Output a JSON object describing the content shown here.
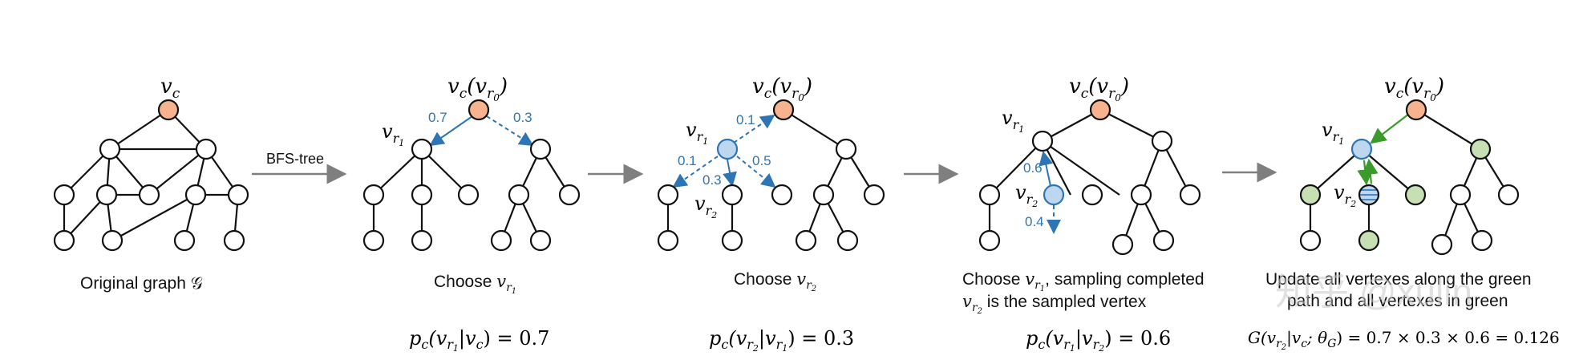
{
  "colors": {
    "orange": "#f6b38d",
    "blue": "#bdd7ee",
    "green": "#c6e0b4",
    "blue_edge": "#2e75b6",
    "green_edge": "#3a9a2a"
  },
  "panel1": {
    "root_label": "v_c",
    "caption": "Original graph 𝒢"
  },
  "arrow1_label": "BFS-tree",
  "panel2": {
    "root_label": "v_c(v_r0)",
    "vr1_label": "v_r1",
    "p_left": "0.7",
    "p_right": "0.3",
    "caption": "Choose v_r1",
    "formula": "p_c(v_r1|v_c) = 0.7"
  },
  "panel3": {
    "root_label": "v_c(v_r0)",
    "vr1_label": "v_r1",
    "vr2_label": "v_r2",
    "p_up": "0.1",
    "p_left": "0.1",
    "p_mid": "0.3",
    "p_right": "0.5",
    "caption": "Choose v_r2",
    "formula": "p_c(v_r2|v_r1) = 0.3"
  },
  "panel4": {
    "root_label": "v_c(v_r0)",
    "vr1_label": "v_r1",
    "vr2_label": "v_r2",
    "p_up": "0.6",
    "p_down": "0.4",
    "caption_line1": "Choose v_r1, sampling completed",
    "caption_line2": "v_r2 is the sampled vertex",
    "formula": "p_c(v_r1|v_r2) = 0.6"
  },
  "panel5": {
    "root_label": "v_c(v_r0)",
    "vr1_label": "v_r1",
    "vr2_label": "v_r2",
    "caption_line1": "Update all vertexes along the green",
    "caption_line2": "path and all vertexes in green",
    "formula": "G(v_r2|v_c; θ_G) = 0.7 × 0.3 × 0.6 = 0.126"
  },
  "watermark": "知乎 @xulin"
}
